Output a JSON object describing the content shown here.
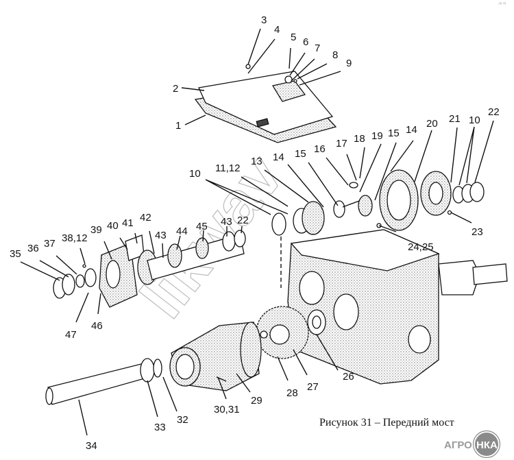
{
  "figure": {
    "caption": "Рисунок 31 – Передний мост",
    "corner_mark": "·ᵐ ᵐ",
    "watermark_text": "likwav",
    "logo_text_left": "АГРО",
    "logo_text_right": "НКА"
  },
  "callouts": [
    {
      "id": "c1",
      "label": "1"
    },
    {
      "id": "c2",
      "label": "2"
    },
    {
      "id": "c3",
      "label": "3"
    },
    {
      "id": "c4",
      "label": "4"
    },
    {
      "id": "c5",
      "label": "5"
    },
    {
      "id": "c6",
      "label": "6"
    },
    {
      "id": "c7",
      "label": "7"
    },
    {
      "id": "c8",
      "label": "8"
    },
    {
      "id": "c9",
      "label": "9"
    },
    {
      "id": "c10a",
      "label": "10"
    },
    {
      "id": "c10b",
      "label": "10"
    },
    {
      "id": "c11",
      "label": "11,12"
    },
    {
      "id": "c13",
      "label": "13"
    },
    {
      "id": "c14a",
      "label": "14"
    },
    {
      "id": "c14b",
      "label": "14"
    },
    {
      "id": "c15a",
      "label": "15"
    },
    {
      "id": "c15b",
      "label": "15"
    },
    {
      "id": "c16",
      "label": "16"
    },
    {
      "id": "c17",
      "label": "17"
    },
    {
      "id": "c18",
      "label": "18"
    },
    {
      "id": "c19",
      "label": "19"
    },
    {
      "id": "c20",
      "label": "20"
    },
    {
      "id": "c21",
      "label": "21"
    },
    {
      "id": "c22a",
      "label": "22"
    },
    {
      "id": "c22b",
      "label": "22"
    },
    {
      "id": "c23",
      "label": "23"
    },
    {
      "id": "c24",
      "label": "24,25"
    },
    {
      "id": "c26",
      "label": "26"
    },
    {
      "id": "c27",
      "label": "27"
    },
    {
      "id": "c28",
      "label": "28"
    },
    {
      "id": "c29",
      "label": "29"
    },
    {
      "id": "c30",
      "label": "30,31"
    },
    {
      "id": "c32",
      "label": "32"
    },
    {
      "id": "c33",
      "label": "33"
    },
    {
      "id": "c34",
      "label": "34"
    },
    {
      "id": "c35",
      "label": "35"
    },
    {
      "id": "c36",
      "label": "36"
    },
    {
      "id": "c37",
      "label": "37"
    },
    {
      "id": "c38",
      "label": "38,12"
    },
    {
      "id": "c39",
      "label": "39"
    },
    {
      "id": "c40",
      "label": "40"
    },
    {
      "id": "c41",
      "label": "41"
    },
    {
      "id": "c42",
      "label": "42"
    },
    {
      "id": "c43a",
      "label": "43"
    },
    {
      "id": "c43b",
      "label": "43"
    },
    {
      "id": "c44",
      "label": "44"
    },
    {
      "id": "c45",
      "label": "45"
    },
    {
      "id": "c46",
      "label": "46"
    },
    {
      "id": "c47",
      "label": "47"
    }
  ],
  "colors": {
    "line": "#111111",
    "watermark": "#bbbbbb",
    "logo_gray": "#8a8a8a"
  }
}
